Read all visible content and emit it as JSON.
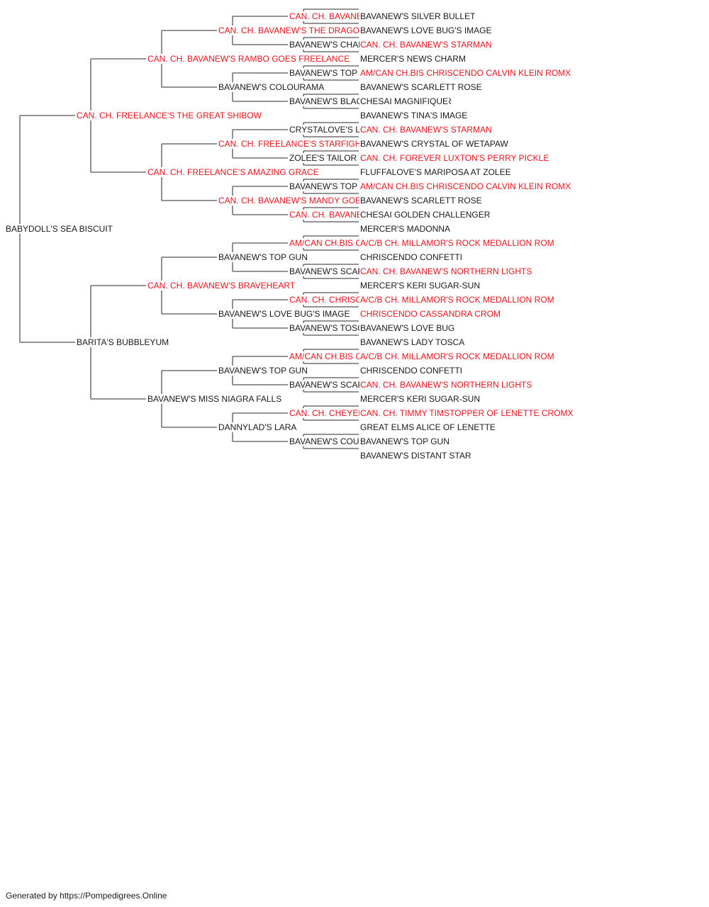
{
  "footer": "Generated by https://Pompedigrees.Online",
  "colors": {
    "champion": "#e8141c",
    "normal": "#1a1a1a",
    "line": "#555555"
  },
  "pedigree": {
    "name": "BABYDOLL'S SEA BISCUIT",
    "champ": false,
    "sire": {
      "name": "CAN. CH. FREELANCE'S THE GREAT SHIBOW",
      "champ": true,
      "sire": {
        "name": "CAN. CH. BAVANEW'S RAMBO GOES FREELANCE",
        "champ": true,
        "sire": {
          "name": "CAN. CH. BAVANEW'S THE DRAGON MASTER",
          "champ": true,
          "sire": {
            "name": "CAN. CH. BAVANEW'S SUPERMAN",
            "champ": true,
            "sire": {
              "name": "BAVANEW'S SILVER BULLET",
              "champ": false
            },
            "dam": {
              "name": "BAVANEW'S LOVE BUG'S IMAGE",
              "champ": false
            }
          },
          "dam": {
            "name": "BAVANEW'S CHARMING TARA",
            "champ": false,
            "sire": {
              "name": "CAN. CH. BAVANEW'S STARMAN",
              "champ": true
            },
            "dam": {
              "name": "MERCER'S NEWS CHARM",
              "champ": false
            }
          }
        },
        "dam": {
          "name": "BAVANEW'S COLOURAMA",
          "champ": false,
          "sire": {
            "name": "BAVANEW'S TOP GUN",
            "champ": false,
            "sire": {
              "name": "AM/CAN CH.BIS CHRISCENDO CALVIN KLEIN ROMX",
              "champ": true
            },
            "dam": {
              "name": "BAVANEW'S SCARLETT ROSE",
              "champ": false
            }
          },
          "dam": {
            "name": "BAVANEW'S BLACK AND TAN DREAMER",
            "champ": false,
            "sire": {
              "name": "CHESAI MAGNIFIQUE",
              "champ": false
            },
            "dam": {
              "name": "BAVANEW'S TINA'S IMAGE",
              "champ": false
            }
          }
        }
      },
      "dam": {
        "name": "CAN. CH. FREELANCE'S AMAZING GRACE",
        "champ": true,
        "sire": {
          "name": "CAN. CH. FREELANCE'S STARFIGHTER'S IMAGE",
          "champ": true,
          "sire": {
            "name": "CRYSTALOVE'S LITTLE TEDDY BEAR",
            "champ": false,
            "sire": {
              "name": "CAN. CH. BAVANEW'S STARMAN",
              "champ": true
            },
            "dam": {
              "name": "BAVANEW'S CRYSTAL OF WETAPAW",
              "champ": false
            }
          },
          "dam": {
            "name": "ZOLEE'S TAILOR MADE",
            "champ": false,
            "sire": {
              "name": "CAN. CH. FOREVER LUXTON'S PERRY PICKLE",
              "champ": true
            },
            "dam": {
              "name": "FLUFFALOVE'S MARIPOSA AT ZOLEE",
              "champ": false
            }
          }
        },
        "dam": {
          "name": "CAN. CH. BAVANEW'S MANDY GOES FREELANCE",
          "champ": true,
          "sire": {
            "name": "BAVANEW'S TOP GUN",
            "champ": false,
            "sire": {
              "name": "AM/CAN CH.BIS CHRISCENDO CALVIN KLEIN ROMX",
              "champ": true
            },
            "dam": {
              "name": "BAVANEW'S SCARLETT ROSE",
              "champ": false
            }
          },
          "dam": {
            "name": "CAN. CH. BAVANEW'S GOLDEN STARMIST",
            "champ": true,
            "sire": {
              "name": "CHESAI GOLDEN CHALLENGER",
              "champ": false
            },
            "dam": {
              "name": "MERCER'S MADONNA",
              "champ": false
            }
          }
        }
      }
    },
    "dam": {
      "name": "BARITA'S BUBBLEYUM",
      "champ": false,
      "sire": {
        "name": "CAN. CH. BAVANEW'S BRAVEHEART",
        "champ": true,
        "sire": {
          "name": "BAVANEW'S TOP GUN",
          "champ": false,
          "sire": {
            "name": "AM/CAN CH.BIS CHRISCENDO CALVIN KLEIN ROMX",
            "champ": true,
            "sire": {
              "name": "A/C/B CH. MILLAMOR'S ROCK MEDALLION ROM",
              "champ": true
            },
            "dam": {
              "name": "CHRISCENDO CONFETTI",
              "champ": false
            }
          },
          "dam": {
            "name": "BAVANEW'S SCARLETT ROSE",
            "champ": false,
            "sire": {
              "name": "CAN. CH. BAVANEW'S NORTHERN LIGHTS",
              "champ": true
            },
            "dam": {
              "name": "MERCER'S KERI SUGAR-SUN",
              "champ": false
            }
          }
        },
        "dam": {
          "name": "BAVANEW'S LOVE BUG'S IMAGE",
          "champ": false,
          "sire": {
            "name": "CAN. CH. CHRISCENDO CASTLE ROCK",
            "champ": true,
            "sire": {
              "name": "A/C/B CH. MILLAMOR'S ROCK MEDALLION ROM",
              "champ": true
            },
            "dam": {
              "name": "CHRISCENDO CASSANDRA CROM",
              "champ": true
            }
          },
          "dam": {
            "name": "BAVANEW'S TOSCA TOCARRA",
            "champ": false,
            "sire": {
              "name": "BAVANEW'S LOVE BUG",
              "champ": false
            },
            "dam": {
              "name": "BAVANEW'S LADY TOSCA",
              "champ": false
            }
          }
        }
      },
      "dam": {
        "name": "BAVANEW'S MISS NIAGRA FALLS",
        "champ": false,
        "sire": {
          "name": "BAVANEW'S TOP GUN",
          "champ": false,
          "sire": {
            "name": "AM/CAN CH.BIS CHRISCENDO CALVIN KLEIN ROMX",
            "champ": true,
            "sire": {
              "name": "A/C/B CH. MILLAMOR'S ROCK MEDALLION ROM",
              "champ": true
            },
            "dam": {
              "name": "CHRISCENDO CONFETTI",
              "champ": false
            }
          },
          "dam": {
            "name": "BAVANEW'S SCARLETT ROSE",
            "champ": false,
            "sire": {
              "name": "CAN. CH. BAVANEW'S NORTHERN LIGHTS",
              "champ": true
            },
            "dam": {
              "name": "MERCER'S KERI SUGAR-SUN",
              "champ": false
            }
          }
        },
        "dam": {
          "name": "DANNYLAD'S LARA",
          "champ": false,
          "sire": {
            "name": "CAN. CH. CHEYENNE'S DAPPER DAN O DANNYLAD",
            "champ": true,
            "sire": {
              "name": "CAN. CH. TIMMY TIMSTOPPER OF LENETTE CROMX",
              "champ": true
            },
            "dam": {
              "name": "GREAT ELMS ALICE OF LENETTE",
              "champ": false
            }
          },
          "dam": {
            "name": "BAVANEW'S COURTNEY ROSE",
            "champ": false,
            "sire": {
              "name": "BAVANEW'S TOP GUN",
              "champ": false
            },
            "dam": {
              "name": "BAVANEW'S DISTANT STAR",
              "champ": false
            }
          }
        }
      }
    }
  }
}
